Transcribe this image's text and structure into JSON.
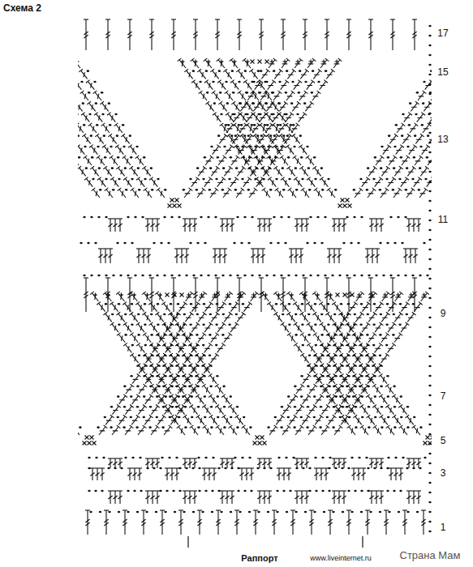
{
  "diagram": {
    "title": "Схема 2",
    "labels": [
      "17",
      "15",
      "13",
      "11",
      "9",
      "7",
      "5",
      "3",
      "1",
      "Раппорт",
      "www.liveinternet.ru",
      "Страна Мам"
    ]
  }
}
